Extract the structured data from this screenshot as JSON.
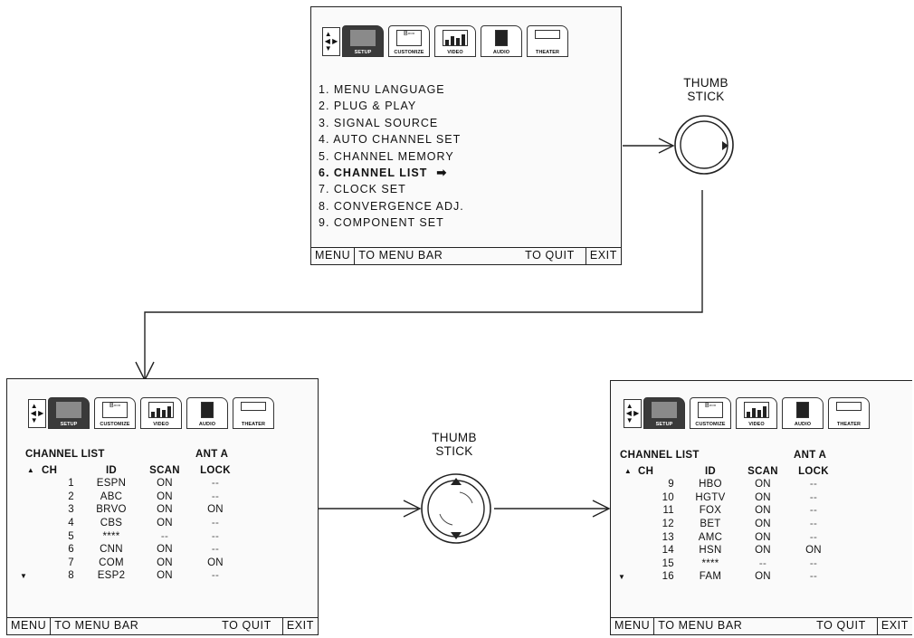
{
  "tabs": [
    {
      "id": "setup",
      "label": "SETUP",
      "icon": "tv-screen-icon"
    },
    {
      "id": "customize",
      "label": "CUSTOMIZE",
      "icon": "remote-icon",
      "glyph": "B▫▫▫"
    },
    {
      "id": "video",
      "label": "VIDEO",
      "icon": "bars-icon"
    },
    {
      "id": "audio",
      "label": "AUDIO",
      "icon": "speaker-icon"
    },
    {
      "id": "theater",
      "label": "THEATER",
      "icon": "theater-icon"
    }
  ],
  "setup_menu": {
    "items": [
      "1. MENU LANGUAGE",
      "2. PLUG & PLAY",
      "3. SIGNAL SOURCE",
      "4. AUTO CHANNEL SET",
      "5. CHANNEL MEMORY",
      "6. CHANNEL LIST",
      "7. CLOCK SET",
      "8. CONVERGENCE ADJ.",
      "9. COMPONENT SET"
    ],
    "selected_index": 5
  },
  "footer": {
    "menu": "MENU",
    "to_menu_bar": "TO MENU BAR",
    "to_quit": "TO QUIT",
    "exit": "EXIT"
  },
  "channel_list": {
    "title": "CHANNEL LIST",
    "antenna": "ANT A",
    "headers": {
      "ch": "CH",
      "id": "ID",
      "scan": "SCAN",
      "lock": "LOCK"
    },
    "page1": [
      {
        "ch": "1",
        "id": "ESPN",
        "scan": "ON",
        "lock": "--"
      },
      {
        "ch": "2",
        "id": "ABC",
        "scan": "ON",
        "lock": "--"
      },
      {
        "ch": "3",
        "id": "BRVO",
        "scan": "ON",
        "lock": "ON"
      },
      {
        "ch": "4",
        "id": "CBS",
        "scan": "ON",
        "lock": "--"
      },
      {
        "ch": "5",
        "id": "****",
        "scan": "--",
        "lock": "--"
      },
      {
        "ch": "6",
        "id": "CNN",
        "scan": "ON",
        "lock": "--"
      },
      {
        "ch": "7",
        "id": "COM",
        "scan": "ON",
        "lock": "ON"
      },
      {
        "ch": "8",
        "id": "ESP2",
        "scan": "ON",
        "lock": "--"
      }
    ],
    "page2": [
      {
        "ch": "9",
        "id": "HBO",
        "scan": "ON",
        "lock": "--"
      },
      {
        "ch": "10",
        "id": "HGTV",
        "scan": "ON",
        "lock": "--"
      },
      {
        "ch": "11",
        "id": "FOX",
        "scan": "ON",
        "lock": "--"
      },
      {
        "ch": "12",
        "id": "BET",
        "scan": "ON",
        "lock": "--"
      },
      {
        "ch": "13",
        "id": "AMC",
        "scan": "ON",
        "lock": "--"
      },
      {
        "ch": "14",
        "id": "HSN",
        "scan": "ON",
        "lock": "ON"
      },
      {
        "ch": "15",
        "id": "****",
        "scan": "--",
        "lock": "--"
      },
      {
        "ch": "16",
        "id": "FAM",
        "scan": "ON",
        "lock": "--"
      }
    ]
  },
  "thumb_stick": {
    "label_line1": "THUMB",
    "label_line2": "STICK",
    "top_direction": "right",
    "middle_directions": "up-down"
  }
}
